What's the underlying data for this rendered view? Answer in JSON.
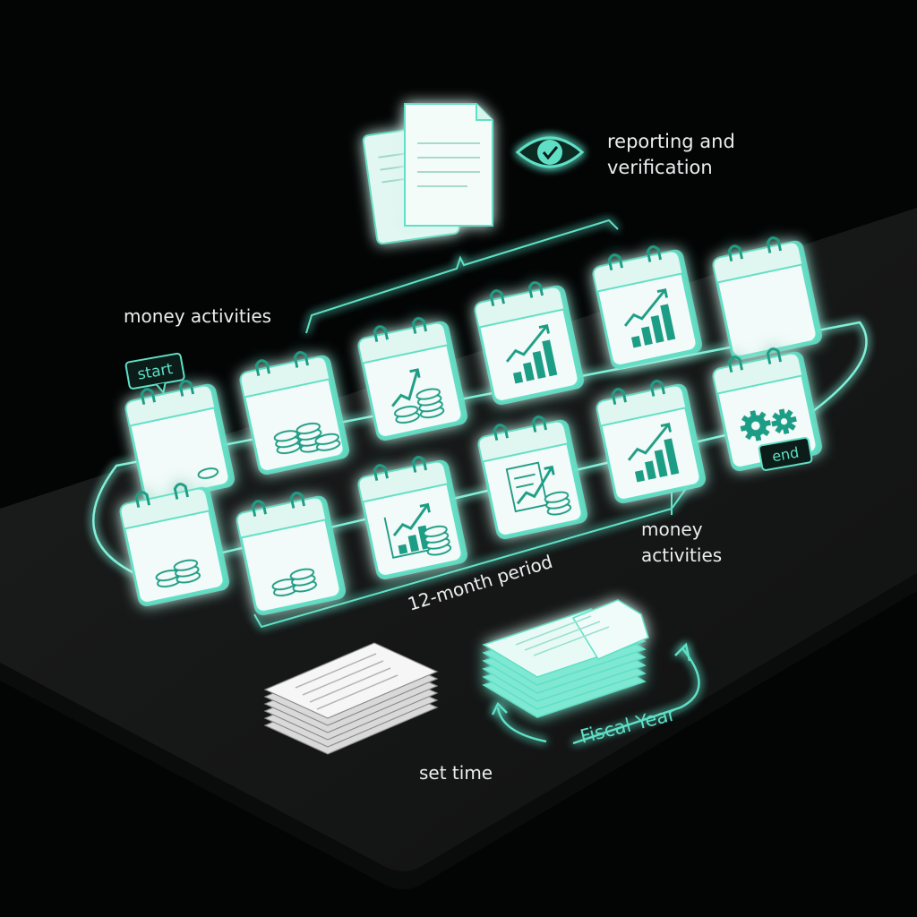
{
  "labels": {
    "reporting": [
      "reporting and",
      "verification"
    ],
    "money_top": "money activities",
    "start": "start",
    "end": "end",
    "money_right": [
      "money",
      "activities"
    ],
    "period": "12-month period",
    "fiscal": "Fiscal Year",
    "set_time": "set time"
  },
  "colors": {
    "accent": "#5fe0c6",
    "accent_dark": "#1d9e86",
    "card": "#f2fbf9",
    "card_top": "#dff6f1",
    "platform": "#161717",
    "background": "#030404"
  },
  "icons": {
    "row_back": [
      "blank-coin-icon",
      "coin-stacks-icon",
      "growth-chart-coins-icon",
      "bar-chart-up-icon",
      "bar-chart-up-icon",
      "blank-icon"
    ],
    "row_front": [
      "coin-stack-icon",
      "coin-stack-icon",
      "bar-chart-coins-icon",
      "report-coins-icon",
      "bar-chart-up-icon",
      "gears-icon"
    ]
  }
}
